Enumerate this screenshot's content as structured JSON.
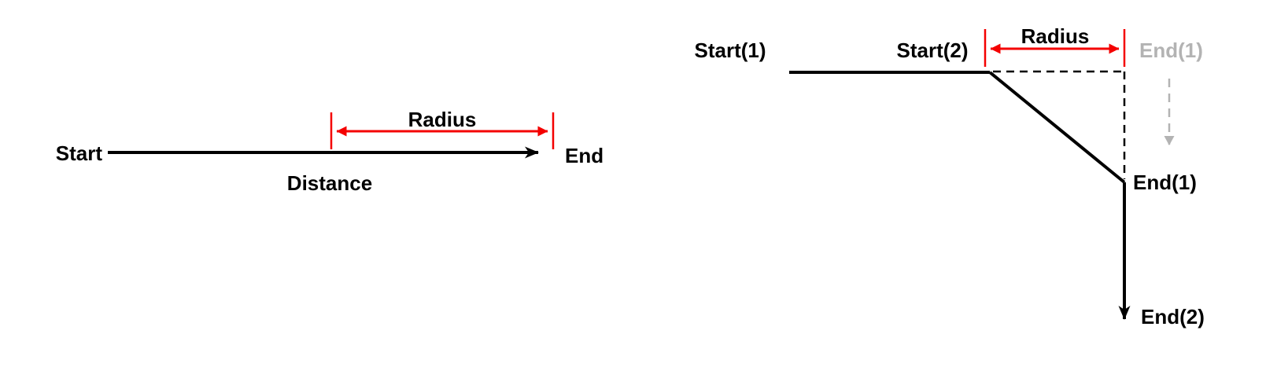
{
  "colors": {
    "background": "#ffffff",
    "line_black": "#000000",
    "accent_red": "#f40000",
    "ghost_gray": "#b3b3b3"
  },
  "figure_left": {
    "description": "straight-move-diagram",
    "labels": {
      "start": "Start",
      "end": "End",
      "radius": "Radius",
      "distance": "Distance"
    }
  },
  "figure_right": {
    "description": "corner-move-diagram",
    "labels": {
      "start1": "Start(1)",
      "start2": "Start(2)",
      "radius": "Radius",
      "end1_ghost": "End(1)",
      "end1": "End(1)",
      "end2": "End(2)"
    }
  }
}
